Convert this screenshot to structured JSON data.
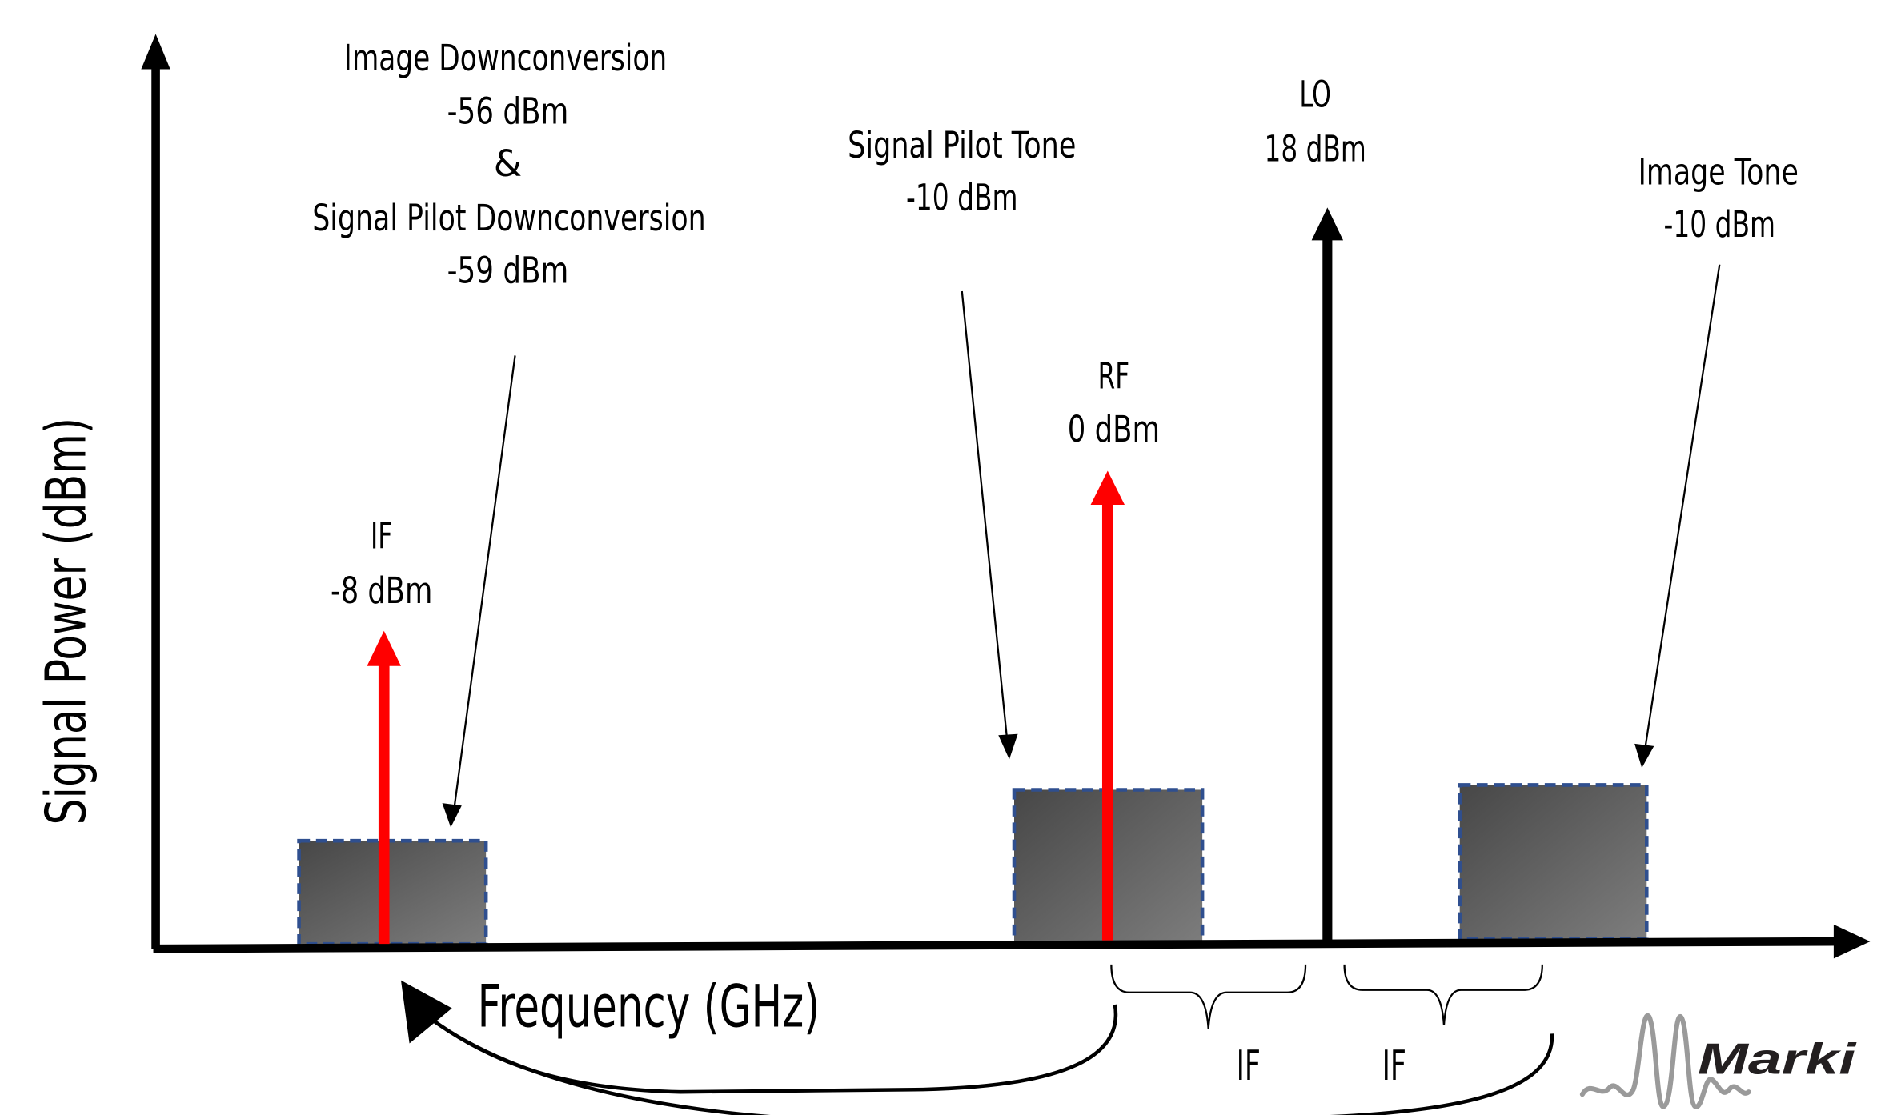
{
  "axes": {
    "x_label": "Frequency (GHz)",
    "y_label": "Signal Power (dBm)"
  },
  "annotations": {
    "image_down": {
      "line1": "Image Downconversion",
      "line2": "-56 dBm",
      "line3": "&",
      "line4": "Signal Pilot Downconversion",
      "line5": "-59 dBm"
    },
    "pilot_tone": {
      "name": "Signal Pilot Tone",
      "power": "-10 dBm"
    },
    "lo": {
      "name": "LO",
      "power": "18 dBm"
    },
    "image_tone": {
      "name": "Image Tone",
      "power": "-10 dBm"
    },
    "rf": {
      "name": "RF",
      "power": "0 dBm"
    },
    "if": {
      "name": "IF",
      "power": "-8 dBm"
    },
    "brace_left": "IF",
    "brace_right": "IF"
  },
  "colors": {
    "signal": "#ff0000",
    "axis": "#000000",
    "band_border": "#2f4f8f",
    "band_fill_dark": "#474747",
    "band_fill_light": "#7d7d7d"
  },
  "logo": {
    "text": "Marki"
  }
}
